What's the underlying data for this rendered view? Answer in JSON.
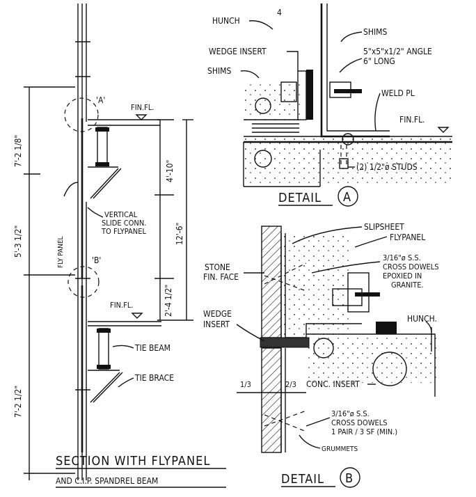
{
  "section": {
    "title_line1": "SECTION WITH FLYPANEL",
    "title_line2": "AND C.I.P. SPANDREL BEAM",
    "marker_a": "'A'",
    "marker_b": "'B'",
    "fin_fl_top": "FIN.FL.",
    "fin_fl_bottom": "FIN.FL.",
    "dim_top": "7'-2 1/8\"",
    "dim_mid": "5'-3 1/2\"",
    "dim_bottom": "7'-2 1/2\"",
    "dim_beam": "4'-10\"",
    "dim_overall": "12'-6\"",
    "dim_lower": "2'-4 1/2\"",
    "fly_panel_label": "FLY PANEL",
    "vertical_slide": [
      "VERTICAL",
      "SLIDE CONN.",
      "TO FLYPANEL"
    ],
    "tie_beam": "TIE BEAM",
    "tie_brace": "TIE BRACE"
  },
  "detail_a": {
    "title": "DETAIL",
    "letter": "A",
    "hunch": "HUNCH",
    "hunch_num": "4",
    "shims_top": "SHIMS",
    "wedge_insert": "WEDGE INSERT",
    "shims_left": "SHIMS",
    "angle_line1": "5\"x5\"x1/2\" ANGLE",
    "angle_line2": "6\" LONG",
    "weld_pl": "WELD PL",
    "fin_fl": "FIN.FL.",
    "studs": "(2) 1/2\"ø STUDS"
  },
  "detail_b": {
    "title": "DETAIL",
    "letter": "B",
    "slipsheet": "SLIPSHEET",
    "flypanel": "FLYPANEL",
    "stone_line1": "STONE",
    "stone_line2": "FIN. FACE",
    "dowels_top": [
      "3/16\"ø S.S.",
      "CROSS DOWELS",
      "EPOXIED IN",
      "GRANITE."
    ],
    "wedge_line1": "WEDGE",
    "wedge_line2": "INSERT",
    "hunch": "HUNCH.",
    "conc_insert": "CONC. INSERT",
    "frac_left": "1/3",
    "frac_right": "2/3",
    "dowels_bottom": [
      "3/16\"ø S.S.",
      "CROSS DOWELS",
      "1 PAIR / 3 SF (MIN.)"
    ],
    "grummets": "GRUMMETS"
  }
}
